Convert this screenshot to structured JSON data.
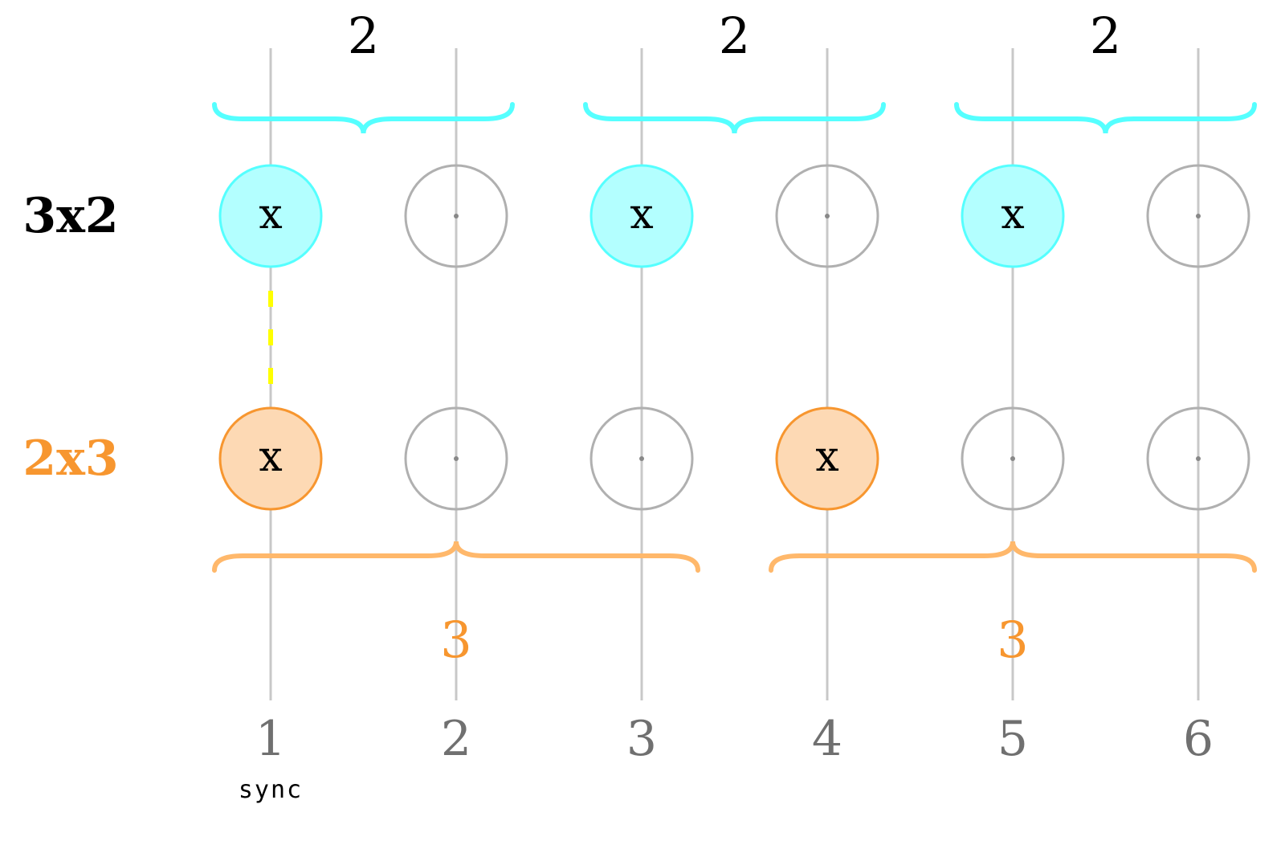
{
  "colors": {
    "top": "#55ffff",
    "top_fill": "#b3ffff",
    "bottom": "#f7962f",
    "bottom_fill": "#fdd9b4",
    "bottom_brace": "#ffb86b",
    "grid": "#c8c8c8",
    "rest": "#b0b0b0",
    "sync_line": "#ffff00",
    "step_text": "#707070",
    "text": "#000000"
  },
  "rows": [
    {
      "label": "3x2",
      "color_key": "text",
      "accent": "top",
      "fill": "top_fill",
      "pulses": [
        1,
        0,
        1,
        0,
        1,
        0
      ]
    },
    {
      "label": "2x3",
      "color_key": "bottom",
      "accent": "bottom",
      "fill": "bottom_fill",
      "pulses": [
        1,
        0,
        0,
        1,
        0,
        0
      ]
    }
  ],
  "pulse_mark": "x",
  "steps": [
    "1",
    "2",
    "3",
    "4",
    "5",
    "6"
  ],
  "top_groups": [
    {
      "label": "2",
      "span": [
        1,
        2
      ]
    },
    {
      "label": "2",
      "span": [
        3,
        4
      ]
    },
    {
      "label": "2",
      "span": [
        5,
        6
      ]
    }
  ],
  "bottom_groups": [
    {
      "label": "3",
      "span": [
        1,
        3
      ]
    },
    {
      "label": "3",
      "span": [
        4,
        6
      ]
    }
  ],
  "sync_label": "sync",
  "sync_step": 1
}
